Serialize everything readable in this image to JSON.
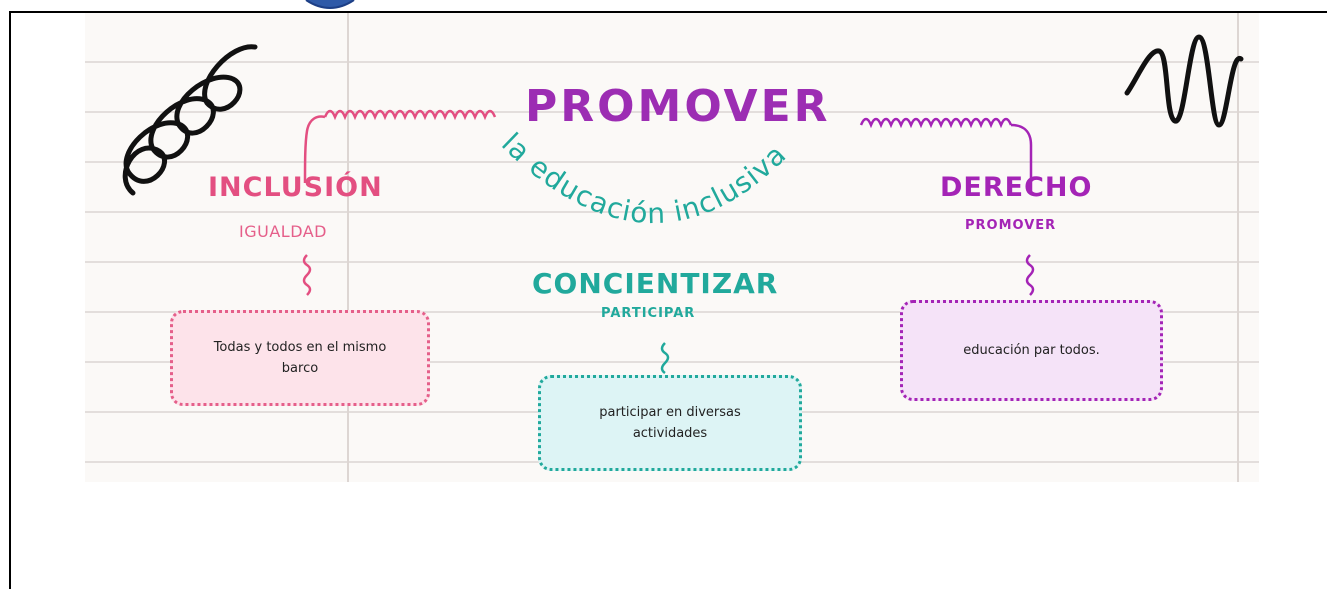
{
  "diagram": {
    "title": "PROMOVER",
    "arc_text": "la educación inclusiva",
    "nodes": {
      "left": {
        "heading": "INCLUSIÓN",
        "sub": "IGUALDAD",
        "box_text": "Todas y todos en el mismo barco"
      },
      "center": {
        "heading": "CONCIENTIZAR",
        "sub": "PARTICIPAR",
        "box_text": "participar en diversas actividades"
      },
      "right": {
        "heading": "DERECHO",
        "sub": "PROMOVER",
        "box_text": "educación par todos."
      }
    },
    "colors": {
      "purple": "#9c2db3",
      "pink": "#e34f81",
      "teal": "#21a99c",
      "violet": "#a424b6",
      "black_scribble": "#111111",
      "background": "#fbf9f7",
      "ruled_line": "#e3dedc"
    },
    "decorations": [
      "loop-scribble",
      "zigzag-scribble",
      "curly-connector"
    ]
  }
}
